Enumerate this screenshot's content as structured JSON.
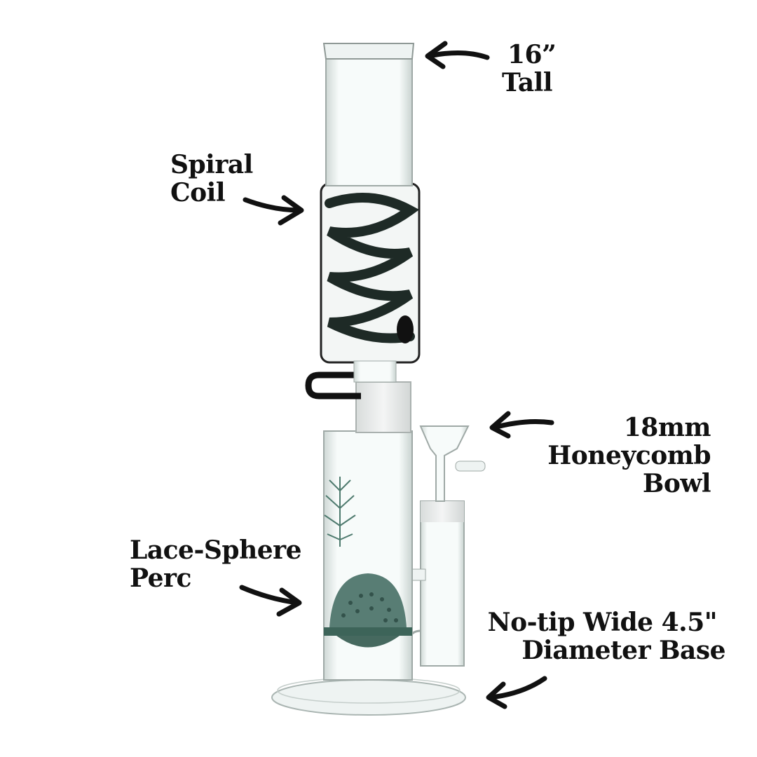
{
  "annotations": {
    "height": {
      "line1": "16”",
      "line2": "Tall"
    },
    "coil": {
      "line1": "Spiral",
      "line2": "Coil"
    },
    "bowl": {
      "line1": "18mm",
      "line2": "Honeycomb",
      "line3": "Bowl"
    },
    "perc": {
      "line1": "Lace-Sphere",
      "line2": "Perc"
    },
    "base": {
      "line1": "No-tip Wide 4.5\"",
      "line2": "Diameter Base"
    }
  },
  "colors": {
    "ink": "#111111",
    "glass": "#e8f0ee",
    "coil": "#1e2a26",
    "perc": "#2f5a50"
  }
}
